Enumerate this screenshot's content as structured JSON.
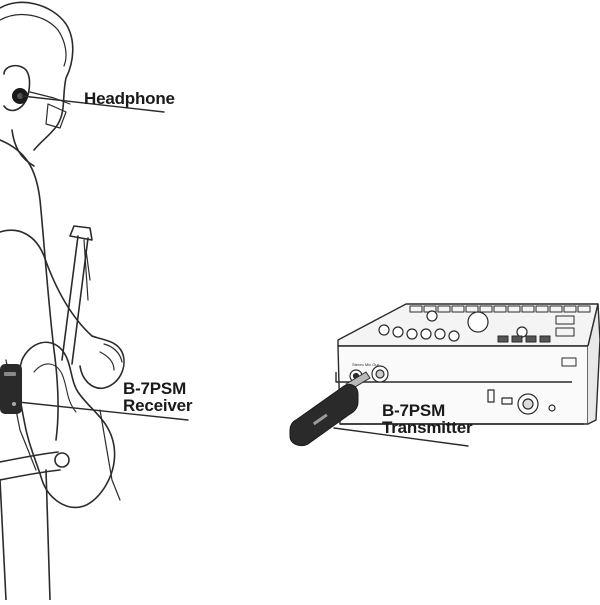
{
  "labels": {
    "headphone": "Headphone",
    "receiver_line1": "B-7PSM",
    "receiver_line2": "Receiver",
    "transmitter_line1": "B-7PSM",
    "transmitter_line2": "Transmitter",
    "device_jack_label": "Stereo Mix Out"
  },
  "colors": {
    "ink": "#1a1a1a",
    "line": "#2b2b2b",
    "device_body": "#2a2a2a",
    "background": "#ffffff"
  }
}
